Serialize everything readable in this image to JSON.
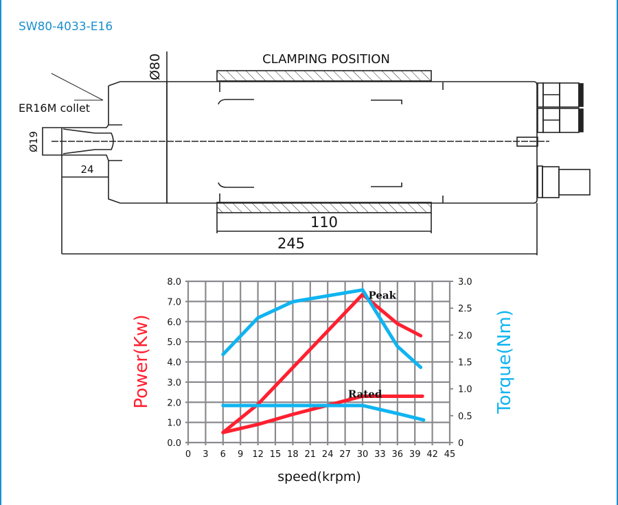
{
  "title": "SW80-4033-E16",
  "drawing": {
    "clamping_label": "CLAMPING POSITION",
    "collet_label": "ER16M collet",
    "dim_diameter_body": "Ø80",
    "dim_diameter_collet": "Ø19",
    "dim_24": "24",
    "dim_110": "110",
    "dim_245": "245"
  },
  "chart_data": {
    "type": "line",
    "xlabel": "speed(krpm)",
    "ylabel": "Power(Kw)",
    "y2label": "Torque(Nm)",
    "xlim": [
      0,
      45
    ],
    "ylim": [
      0,
      8
    ],
    "y2lim": [
      0,
      3
    ],
    "grid": true,
    "xticks": [
      "0",
      "3",
      "6",
      "9",
      "12",
      "15",
      "18",
      "21",
      "24",
      "27",
      "30",
      "33",
      "36",
      "39",
      "42",
      "45"
    ],
    "yticks": [
      "0.0",
      "1.0",
      "2.0",
      "3.0",
      "4.0",
      "5.0",
      "6.0",
      "7.0",
      "8.0"
    ],
    "y2ticks": [
      "0",
      "0.5",
      "1.0",
      "1.5",
      "2.0",
      "2.5",
      "3.0"
    ],
    "annotations": [
      {
        "text": "Peak",
        "x": 31,
        "y": 7.4
      },
      {
        "text": "Rated",
        "x": 27.5,
        "y": 2.5
      }
    ],
    "colors": {
      "power": "#ff2030",
      "torque": "#10b4f0"
    },
    "series": [
      {
        "name": "Peak power",
        "axis": "left",
        "color": "power",
        "x": [
          6,
          12,
          30,
          36,
          40
        ],
        "y": [
          0.5,
          1.9,
          7.35,
          5.9,
          5.3
        ]
      },
      {
        "name": "Rated power",
        "axis": "left",
        "color": "power",
        "x": [
          6,
          12,
          18,
          30,
          40.3
        ],
        "y": [
          0.5,
          0.9,
          1.4,
          2.3,
          2.3
        ]
      },
      {
        "name": "Peak torque",
        "axis": "right",
        "color": "torque",
        "x": [
          6,
          12,
          18,
          30,
          36,
          40
        ],
        "y": [
          1.64,
          2.32,
          2.62,
          2.84,
          1.79,
          1.4
        ]
      },
      {
        "name": "Rated torque",
        "axis": "right",
        "color": "torque",
        "x": [
          6,
          30,
          36,
          40.5
        ],
        "y": [
          0.69,
          0.69,
          0.54,
          0.42
        ]
      }
    ]
  }
}
